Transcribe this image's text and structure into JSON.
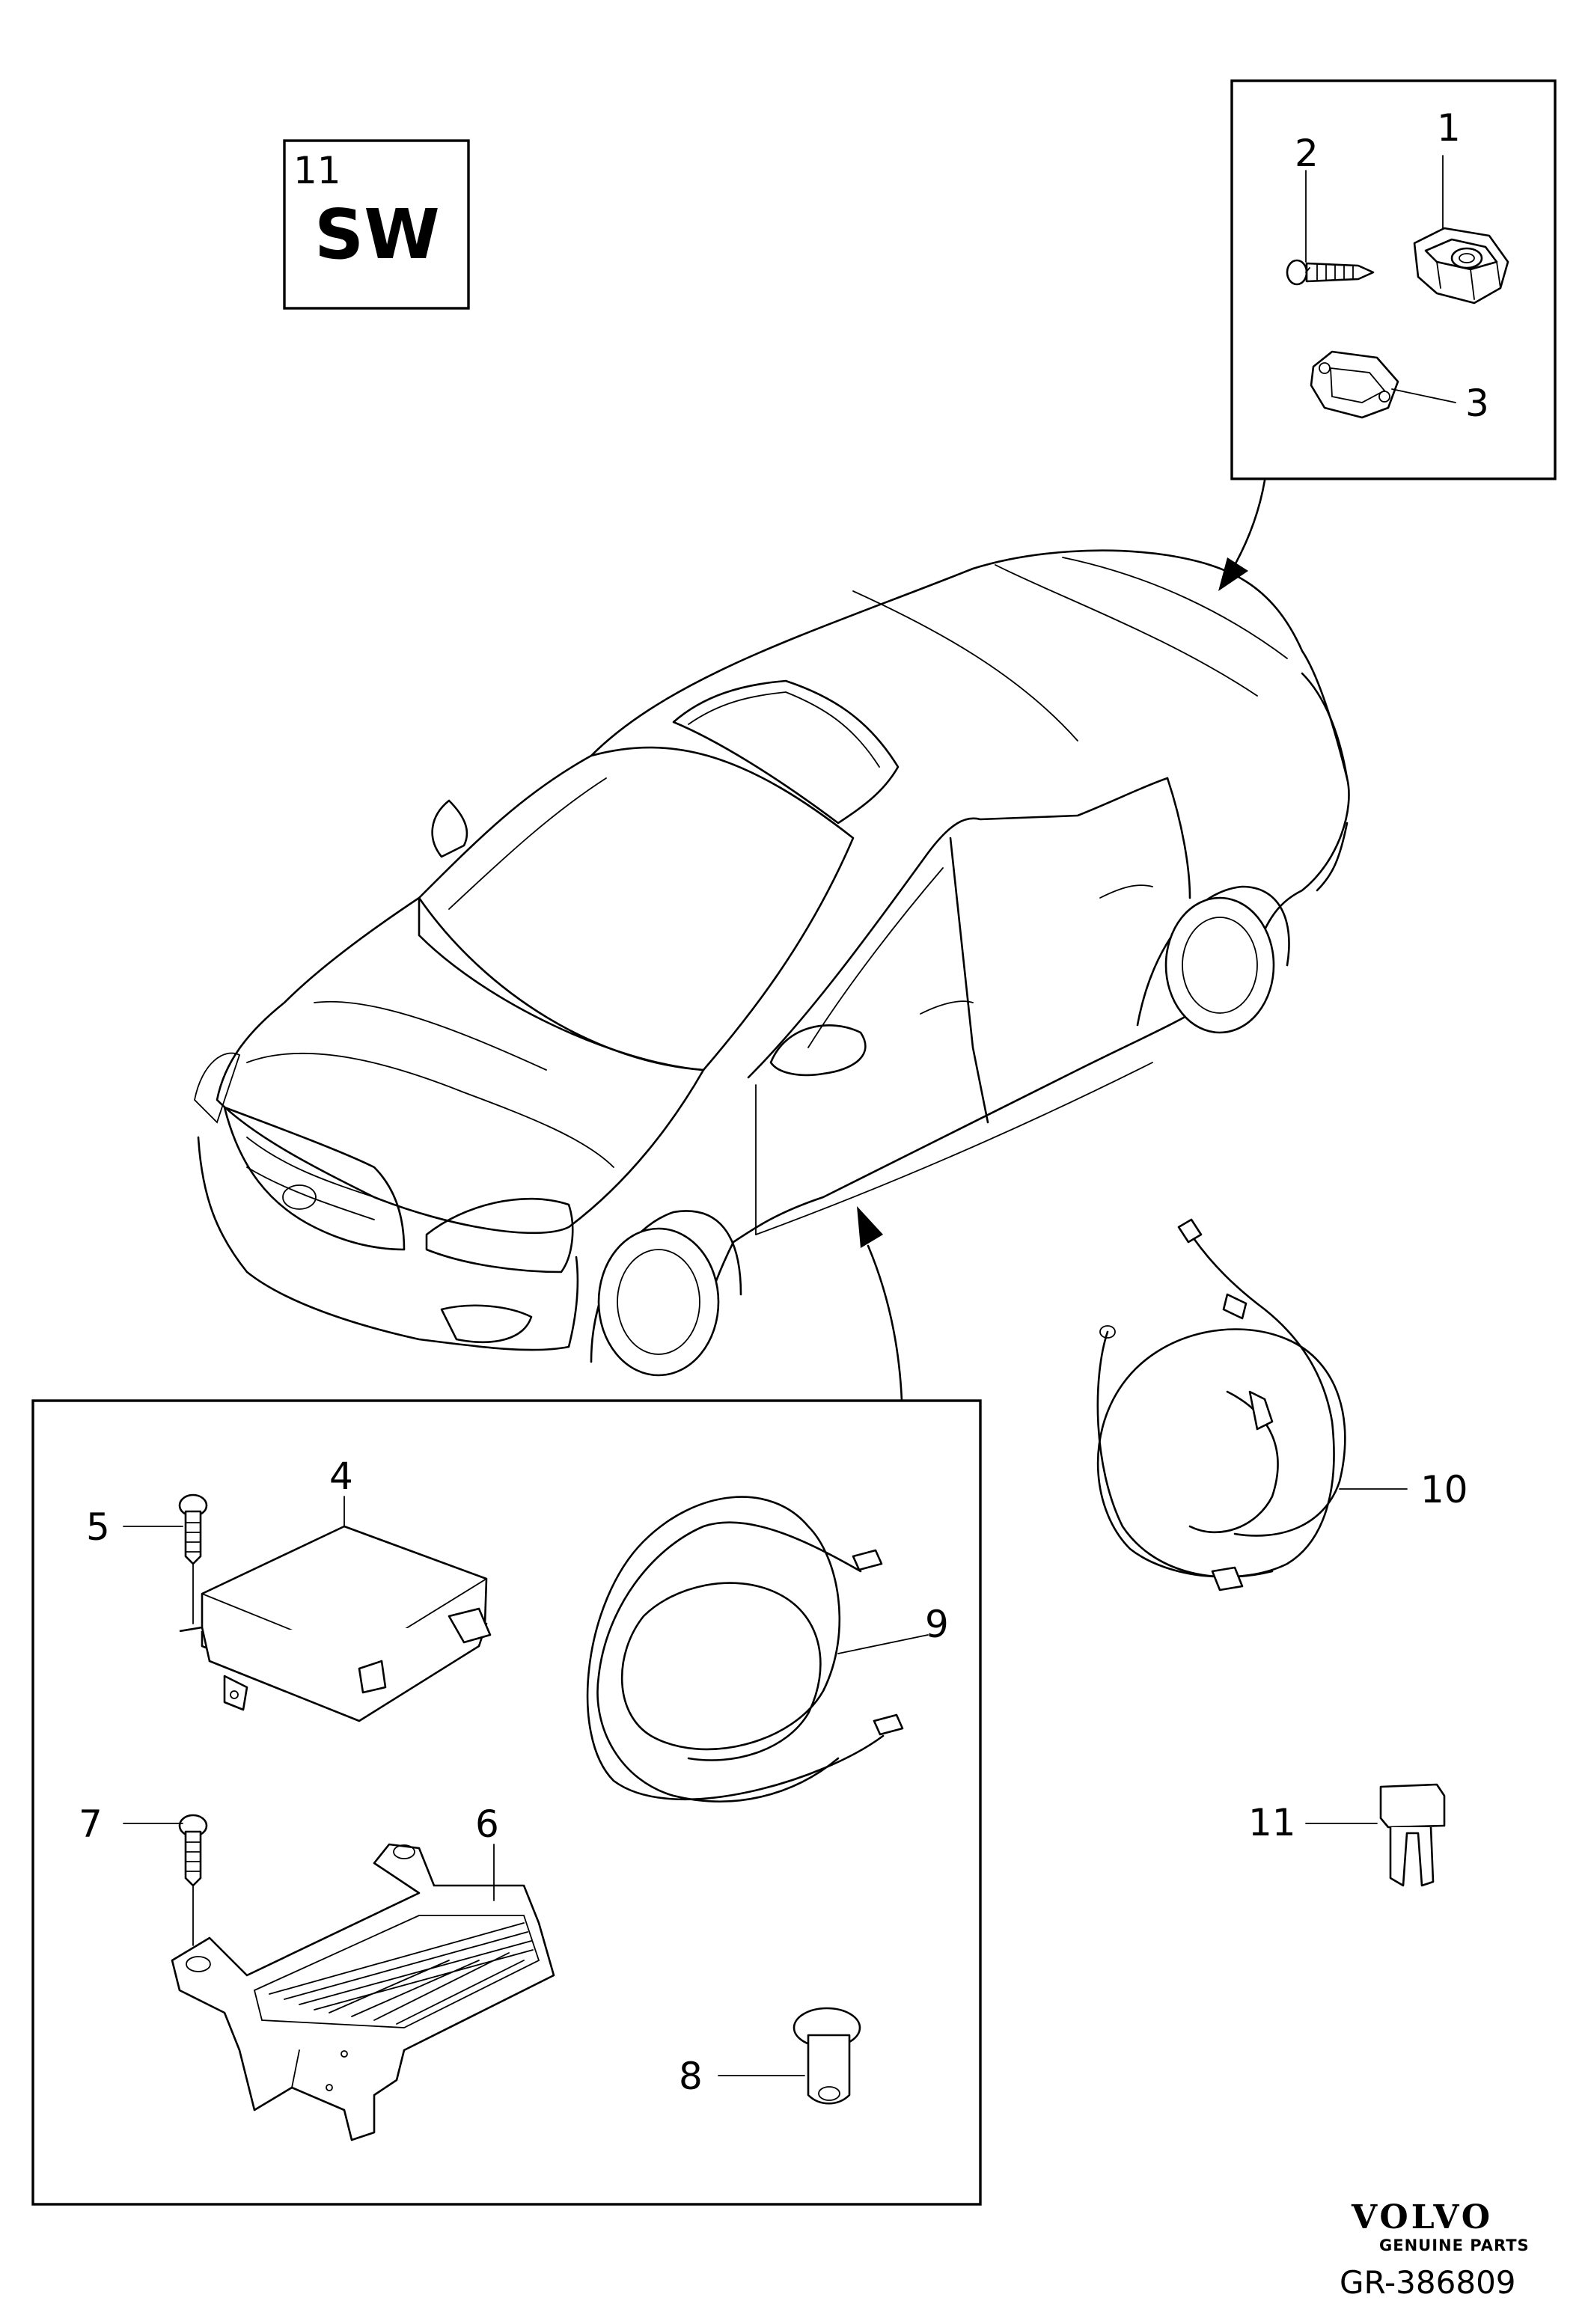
{
  "variant_box": {
    "number": "11",
    "code": "SW"
  },
  "callouts": {
    "c1": "1",
    "c2": "2",
    "c3": "3",
    "c4": "4",
    "c5": "5",
    "c6": "6",
    "c7": "7",
    "c8": "8",
    "c9": "9",
    "c10": "10",
    "c11": "11"
  },
  "brand": {
    "name": "VOLVO",
    "tagline": "GENUINE PARTS"
  },
  "reference": "GR-386809"
}
